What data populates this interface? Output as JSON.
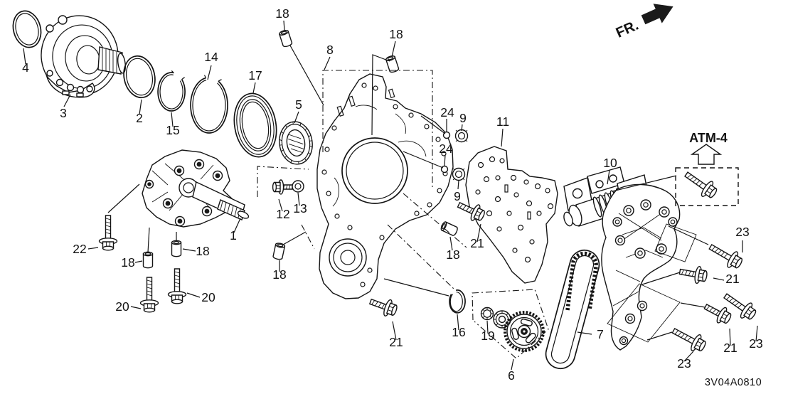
{
  "diagram": {
    "code": "3V04A0810",
    "front_label": "FR.",
    "ref_label": "ATM-4"
  },
  "callouts": [
    {
      "label": "4"
    },
    {
      "label": "3"
    },
    {
      "label": "2"
    },
    {
      "label": "15"
    },
    {
      "label": "14"
    },
    {
      "label": "17"
    },
    {
      "label": "5"
    },
    {
      "label": "8"
    },
    {
      "label": "18"
    },
    {
      "label": "18"
    },
    {
      "label": "18"
    },
    {
      "label": "18"
    },
    {
      "label": "18"
    },
    {
      "label": "18"
    },
    {
      "label": "24"
    },
    {
      "label": "9"
    },
    {
      "label": "24"
    },
    {
      "label": "9"
    },
    {
      "label": "11"
    },
    {
      "label": "12"
    },
    {
      "label": "13"
    },
    {
      "label": "22"
    },
    {
      "label": "20"
    },
    {
      "label": "20"
    },
    {
      "label": "1"
    },
    {
      "label": "16"
    },
    {
      "label": "19"
    },
    {
      "label": "6"
    },
    {
      "label": "7"
    },
    {
      "label": "21"
    },
    {
      "label": "21"
    },
    {
      "label": "10"
    },
    {
      "label": "23"
    },
    {
      "label": "21"
    },
    {
      "label": "23"
    },
    {
      "label": "21"
    },
    {
      "label": "23"
    }
  ]
}
